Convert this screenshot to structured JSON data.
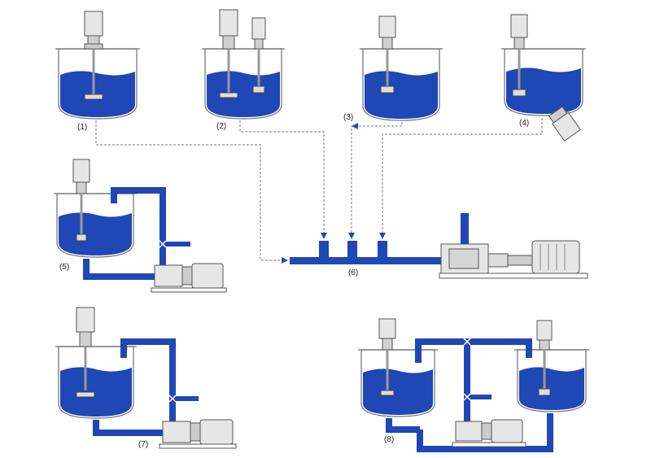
{
  "colors": {
    "liquid": "#1f47b5",
    "pipe": "#1f47b5",
    "tank_outline": "#6f6f6f",
    "motor_fill": "#e6e6e6",
    "motor_stroke": "#555555",
    "dashed_line": "#777777"
  },
  "diagram": {
    "labels": {
      "l1": "(1)",
      "l2": "(2)",
      "l3": "(3)",
      "l4": "(4)",
      "l5": "(5)",
      "l6": "(6)",
      "l7": "(7)",
      "l8": "(8)"
    }
  }
}
